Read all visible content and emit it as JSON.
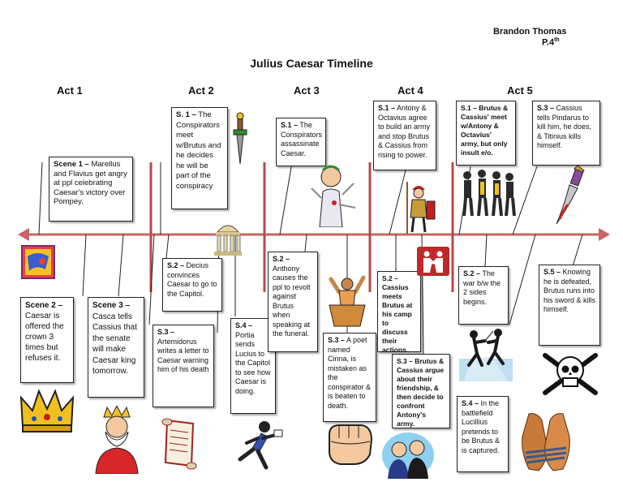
{
  "author": {
    "name": "Brandon Thomas",
    "period_prefix": "P.4",
    "period_sup": "th"
  },
  "title": "Julius Caesar Timeline",
  "acts": [
    "Act 1",
    "Act 2",
    "Act 3",
    "Act 4",
    "Act 5"
  ],
  "events": {
    "a1s1": {
      "tag": "Scene 1 –",
      "text": " Marellus and Flavius get angry at ppl celebrating Caesar's victory over Pompey."
    },
    "a1s2": {
      "tag": "Scene 2 –",
      "text": " Caesar is offered the crown 3 times but refuses it."
    },
    "a1s3": {
      "tag": "Scene 3 –",
      "text": " Casca tells Cassius that the senate will make Caesar king tomorrow."
    },
    "a2s1": {
      "tag": "S. 1 –",
      "text": " The Conspirators meet w/Brutus and he decides he will be part of the conspiracy"
    },
    "a2s2": {
      "tag": "S.2 –",
      "text": " Decius convinces Caesar to go to the Capitol."
    },
    "a2s3": {
      "tag": "S.3 –",
      "text": " Artemidorus writes a letter to Caesar warning him of his death"
    },
    "a2s4": {
      "tag": "S.4 –",
      "text": " Portia sends Lucius to the Capitol to see how Caesar is doing."
    },
    "a3s1": {
      "tag": "S.1 –",
      "text": " The Conspirators assassinate Caesar."
    },
    "a3s2": {
      "tag": "S.2 –",
      "text": " Anthony causes the ppl to revolt against Brutus when speaking at the funeral."
    },
    "a3s3": {
      "tag": "S.3 –",
      "text": " A poet named Cinna, is mistaken as the conspirator & is beaten to death."
    },
    "a4s1": {
      "tag": "S.1 –",
      "text": " Antony & Octavius agree to build an army and stop Brutus & Cassius from rising to power."
    },
    "a4s2": {
      "tag": "S.2 –",
      "text": " Cassius meets Brutus at his camp to discuss their actions."
    },
    "a4s3": {
      "tag": "S.3 – Brutus &",
      "text": " Cassius argue about their friendship, & then decide to confront Antony's army."
    },
    "a5s1": {
      "tag": "S.1 – Brutus &",
      "text": " Cassius' meet w/Antony & Octavius' army, but only insult e/o."
    },
    "a5s2": {
      "tag": "S.2 –",
      "text": " The war b/w the 2 sides begins."
    },
    "a5s3": {
      "tag": "S.3 –",
      "text": " Cassius tells Pindarus to kill him, he does, & Titinius kills himself."
    },
    "a5s4": {
      "tag": "S.4 –",
      "text": " In the battlefield Lucillius pretends to be Brutus & is captured."
    },
    "a5s5": {
      "tag": "S.5 –",
      "text": " Knowing he is defeated, Brutus runs into his sword & kills himself."
    }
  },
  "colors": {
    "timeline": "#c86464",
    "divider": "#b44b4b",
    "box_border": "#222222"
  },
  "icons": [
    "flag-icon",
    "crown-icon",
    "king-icon",
    "dagger-icon",
    "temple-icon",
    "scroll-icon",
    "runner-icon",
    "stabbed-caesar-icon",
    "orator-icon",
    "fist-icon",
    "soldier-icon",
    "handshake-icon",
    "arguing-men-icon",
    "fighters-icon",
    "sword-fighters-icon",
    "curved-dagger-icon",
    "skull-icon",
    "tied-hands-icon"
  ]
}
